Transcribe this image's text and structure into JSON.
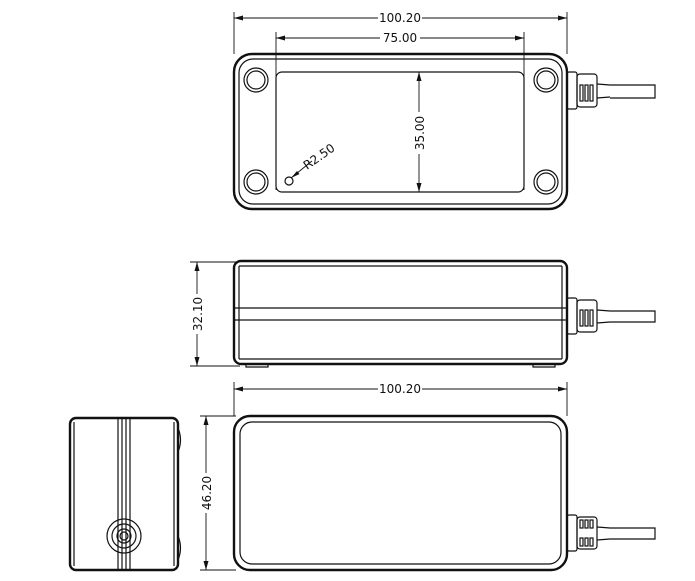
{
  "dimensions": {
    "top_view": {
      "overall_length": "100.20",
      "hole_spacing": "75.00",
      "hole_span_vertical": "35.00",
      "corner_radius": "R2.50"
    },
    "side_view": {
      "height": "32.10"
    },
    "bottom_view": {
      "overall_length": "100.20",
      "width": "46.20"
    }
  }
}
